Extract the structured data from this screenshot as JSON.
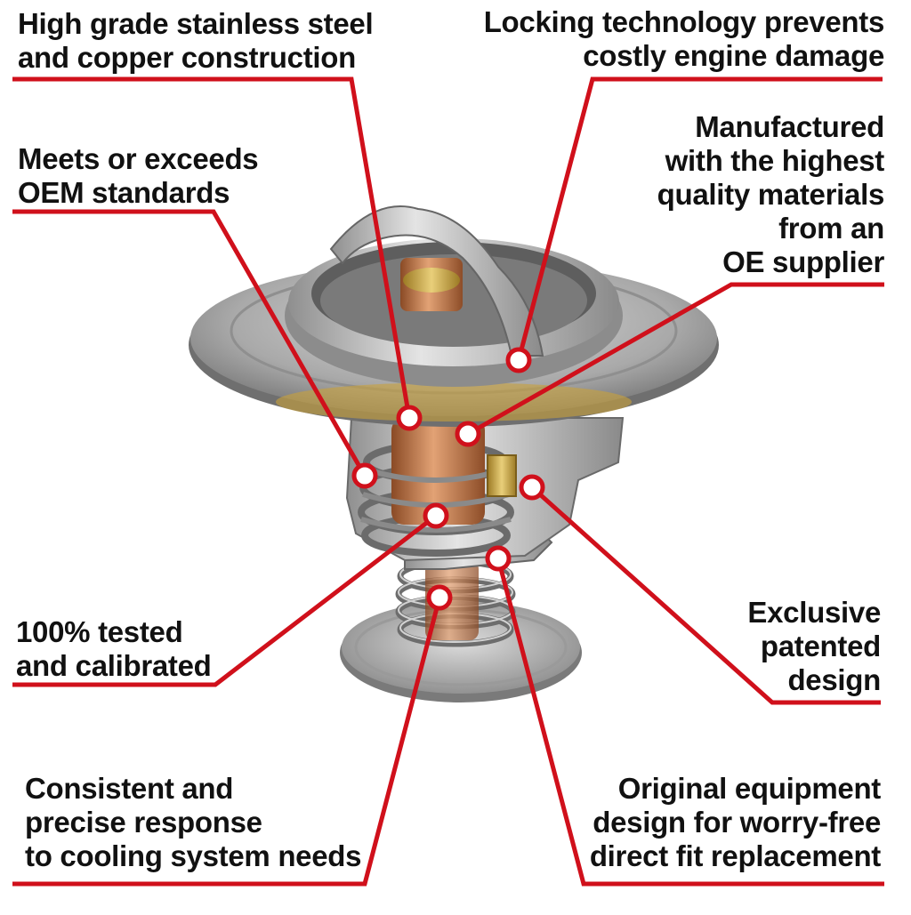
{
  "callouts": [
    {
      "id": "construction",
      "lines": [
        "High grade stainless steel",
        "and copper construction"
      ]
    },
    {
      "id": "locking",
      "lines": [
        "Locking technology prevents",
        "costly engine damage"
      ]
    },
    {
      "id": "oem",
      "lines": [
        "Meets or exceeds",
        "OEM standards"
      ]
    },
    {
      "id": "materials",
      "lines": [
        "Manufactured",
        "with the highest",
        "quality materials",
        "from an",
        "OE supplier"
      ]
    },
    {
      "id": "tested",
      "lines": [
        "100% tested",
        "and calibrated"
      ]
    },
    {
      "id": "patented",
      "lines": [
        "Exclusive",
        "patented",
        "design"
      ]
    },
    {
      "id": "response",
      "lines": [
        "Consistent and",
        "precise response",
        "to cooling system needs"
      ]
    },
    {
      "id": "fit",
      "lines": [
        "Original equipment",
        "design for worry-free",
        "direct fit replacement"
      ]
    }
  ],
  "colors": {
    "callout_line": "#d0101b",
    "text": "#111111",
    "steel": "#b9b9b9",
    "copper": "#c77a45",
    "brass": "#c9a23a"
  }
}
